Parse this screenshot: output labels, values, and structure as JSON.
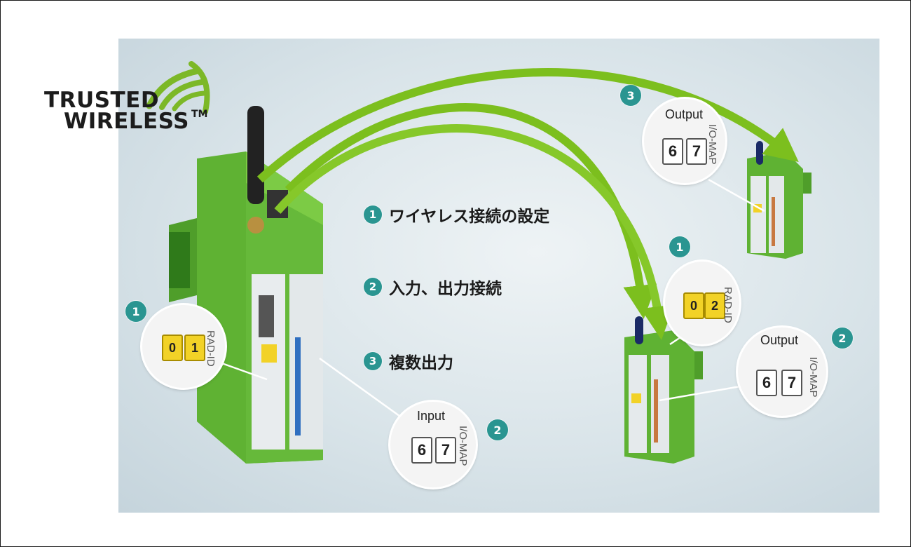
{
  "logo": {
    "line1": "TRUSTED",
    "line2": "WIRELESS",
    "tm": "TM",
    "accent_color": "#7cb827"
  },
  "legend": [
    {
      "number": "1",
      "text": "ワイヤレス接続の設定"
    },
    {
      "number": "2",
      "text": "入力、出力接続"
    },
    {
      "number": "3",
      "text": "複数出力"
    }
  ],
  "callouts": {
    "left_module_badge": "1",
    "left_input_badge": "2",
    "mid_top_badge": "1",
    "mid_output_badge": "2",
    "right_top_badge": "3"
  },
  "zoom_left_rad": {
    "dial1": "0",
    "dial2": "1",
    "side_label": "RAD-ID"
  },
  "zoom_input": {
    "label": "Input",
    "dial1": "6",
    "dial2": "7",
    "side_label": "I/O-MAP"
  },
  "zoom_mid_rad": {
    "dial1": "0",
    "dial2": "2",
    "side_label": "RAD-ID"
  },
  "zoom_mid_output": {
    "label": "Output",
    "dial1": "6",
    "dial2": "7",
    "side_label": "I/O-MAP"
  },
  "zoom_right_output": {
    "label": "Output",
    "dial1": "6",
    "dial2": "7",
    "side_label": "I/O-MAP"
  },
  "colors": {
    "badge": "#2a9591",
    "arrow": "#7cbf1e",
    "device": "#5fb233",
    "device_dark": "#3f8a22"
  }
}
